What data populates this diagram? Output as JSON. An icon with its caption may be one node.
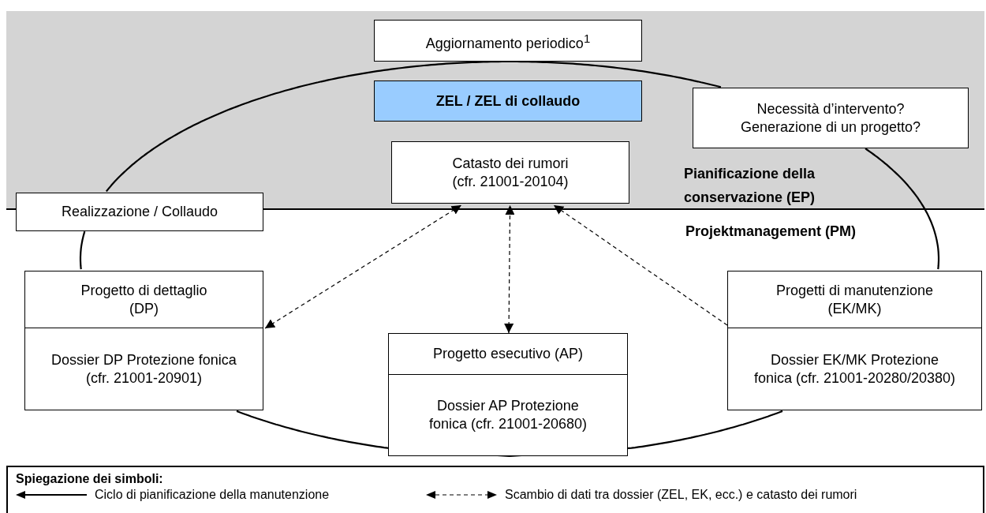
{
  "diagram": {
    "nodes": [
      {
        "text": [
          "Pianificazione della conservazione (EP)"
        ]
      },
      {
        "text": [
          "Aggiornamento periodico$^{1}$"
        ],
        "in": 0
      },
      {
        "text": [
          "ZEL / ZEL di collaudo"
        ],
        "in": 0
      },
      {
        "text": [
          "Necessità d’intervento? Generazione di un progetto?"
        ],
        "in": 0
      },
      {
        "text": [
          "Catasto dei rumori (cfr. 21001-20104)"
        ],
        "in": 0
      },
      {
        "text": [
          "Projektmanagement (PM)"
        ]
      },
      {
        "text": [
          "Realizzazione / Collaudo"
        ]
      },
      {
        "text": [
          "Progetto di dettaglio (DP)",
          "Dossier DP Protezione fonica (cfr. 21001-20901)"
        ],
        "in": 5
      },
      {
        "text": [
          "Progetto esecutivo (AP)",
          "Dossier AP Protezione fonica (cfr. 21001-20680)"
        ],
        "in": 5
      },
      {
        "text": [
          "Progetti di manutenzione (EK/MK)",
          "Dossier EK/MK Protezione fonica (cfr. 21001-20280/20380)"
        ],
        "in": 5
      }
    ],
    "edges": [
      {
        "from": 1,
        "to": 3,
        "arrow": "none"
      },
      {
        "from": 3,
        "to": 9,
        "arrow": "none"
      },
      {
        "from": 9,
        "to": 8,
        "arrow": "none"
      },
      {
        "from": 8,
        "to": 7,
        "arrow": "none"
      },
      {
        "from": 7,
        "to": 6,
        "arrow": "none"
      },
      {
        "from": 6,
        "to": 1,
        "arrow": "none"
      },
      {
        "from": 7,
        "to": 4,
        "arrow": "both",
        "style": "dashed"
      },
      {
        "from": 8,
        "to": 4,
        "arrow": "both",
        "style": "dashed"
      },
      {
        "from": 9,
        "to": 4,
        "arrow": "to",
        "style": "dashed"
      }
    ],
    "labels": [
      "Spiegazione dei simboli:"
    ],
    "legend": [
      {
        "text": "Ciclo di pianificazione della manutenzione"
      },
      {
        "text": "Scambio di dati tra dossier (ZEL, EK, ecc.) e catasto dei rumori"
      }
    ]
  }
}
